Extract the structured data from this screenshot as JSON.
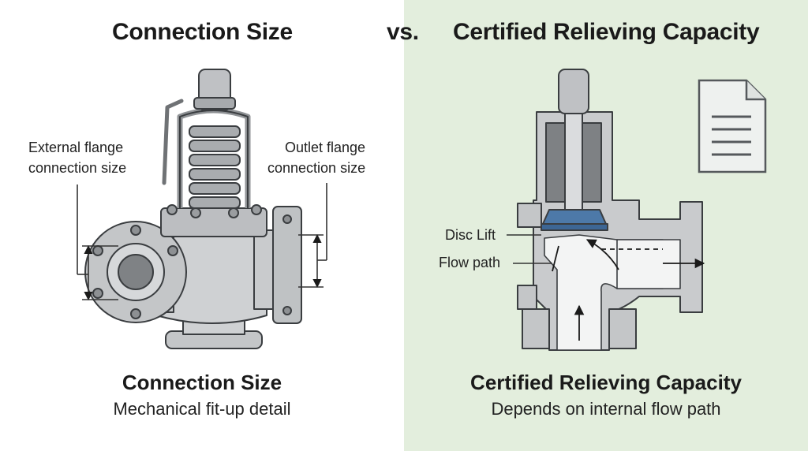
{
  "header": {
    "left_title": "Connection Size",
    "separator": "vs.",
    "right_title": "Certified Relieving Capacity"
  },
  "left_panel": {
    "callout_external_line1": "External flange",
    "callout_external_line2": "connection size",
    "callout_outlet_line1": "Outlet flange",
    "callout_outlet_line2": "connection size",
    "caption_title": "Connection Size",
    "caption_subtitle": "Mechanical fit-up detail"
  },
  "right_panel": {
    "callout_disc": "Disc Lift",
    "callout_flow": "Flow path",
    "caption_title": "Certified Relieving Capacity",
    "caption_subtitle": "Depends on internal flow path",
    "document_icon": "document-icon"
  },
  "colors": {
    "right_background": "#e3eedd",
    "metal": "#c9cbcd",
    "metal_dark": "#9ea1a4",
    "outline": "#3a3d40",
    "disc": "#4d79a8",
    "flow_channel": "#f3f4f4"
  }
}
